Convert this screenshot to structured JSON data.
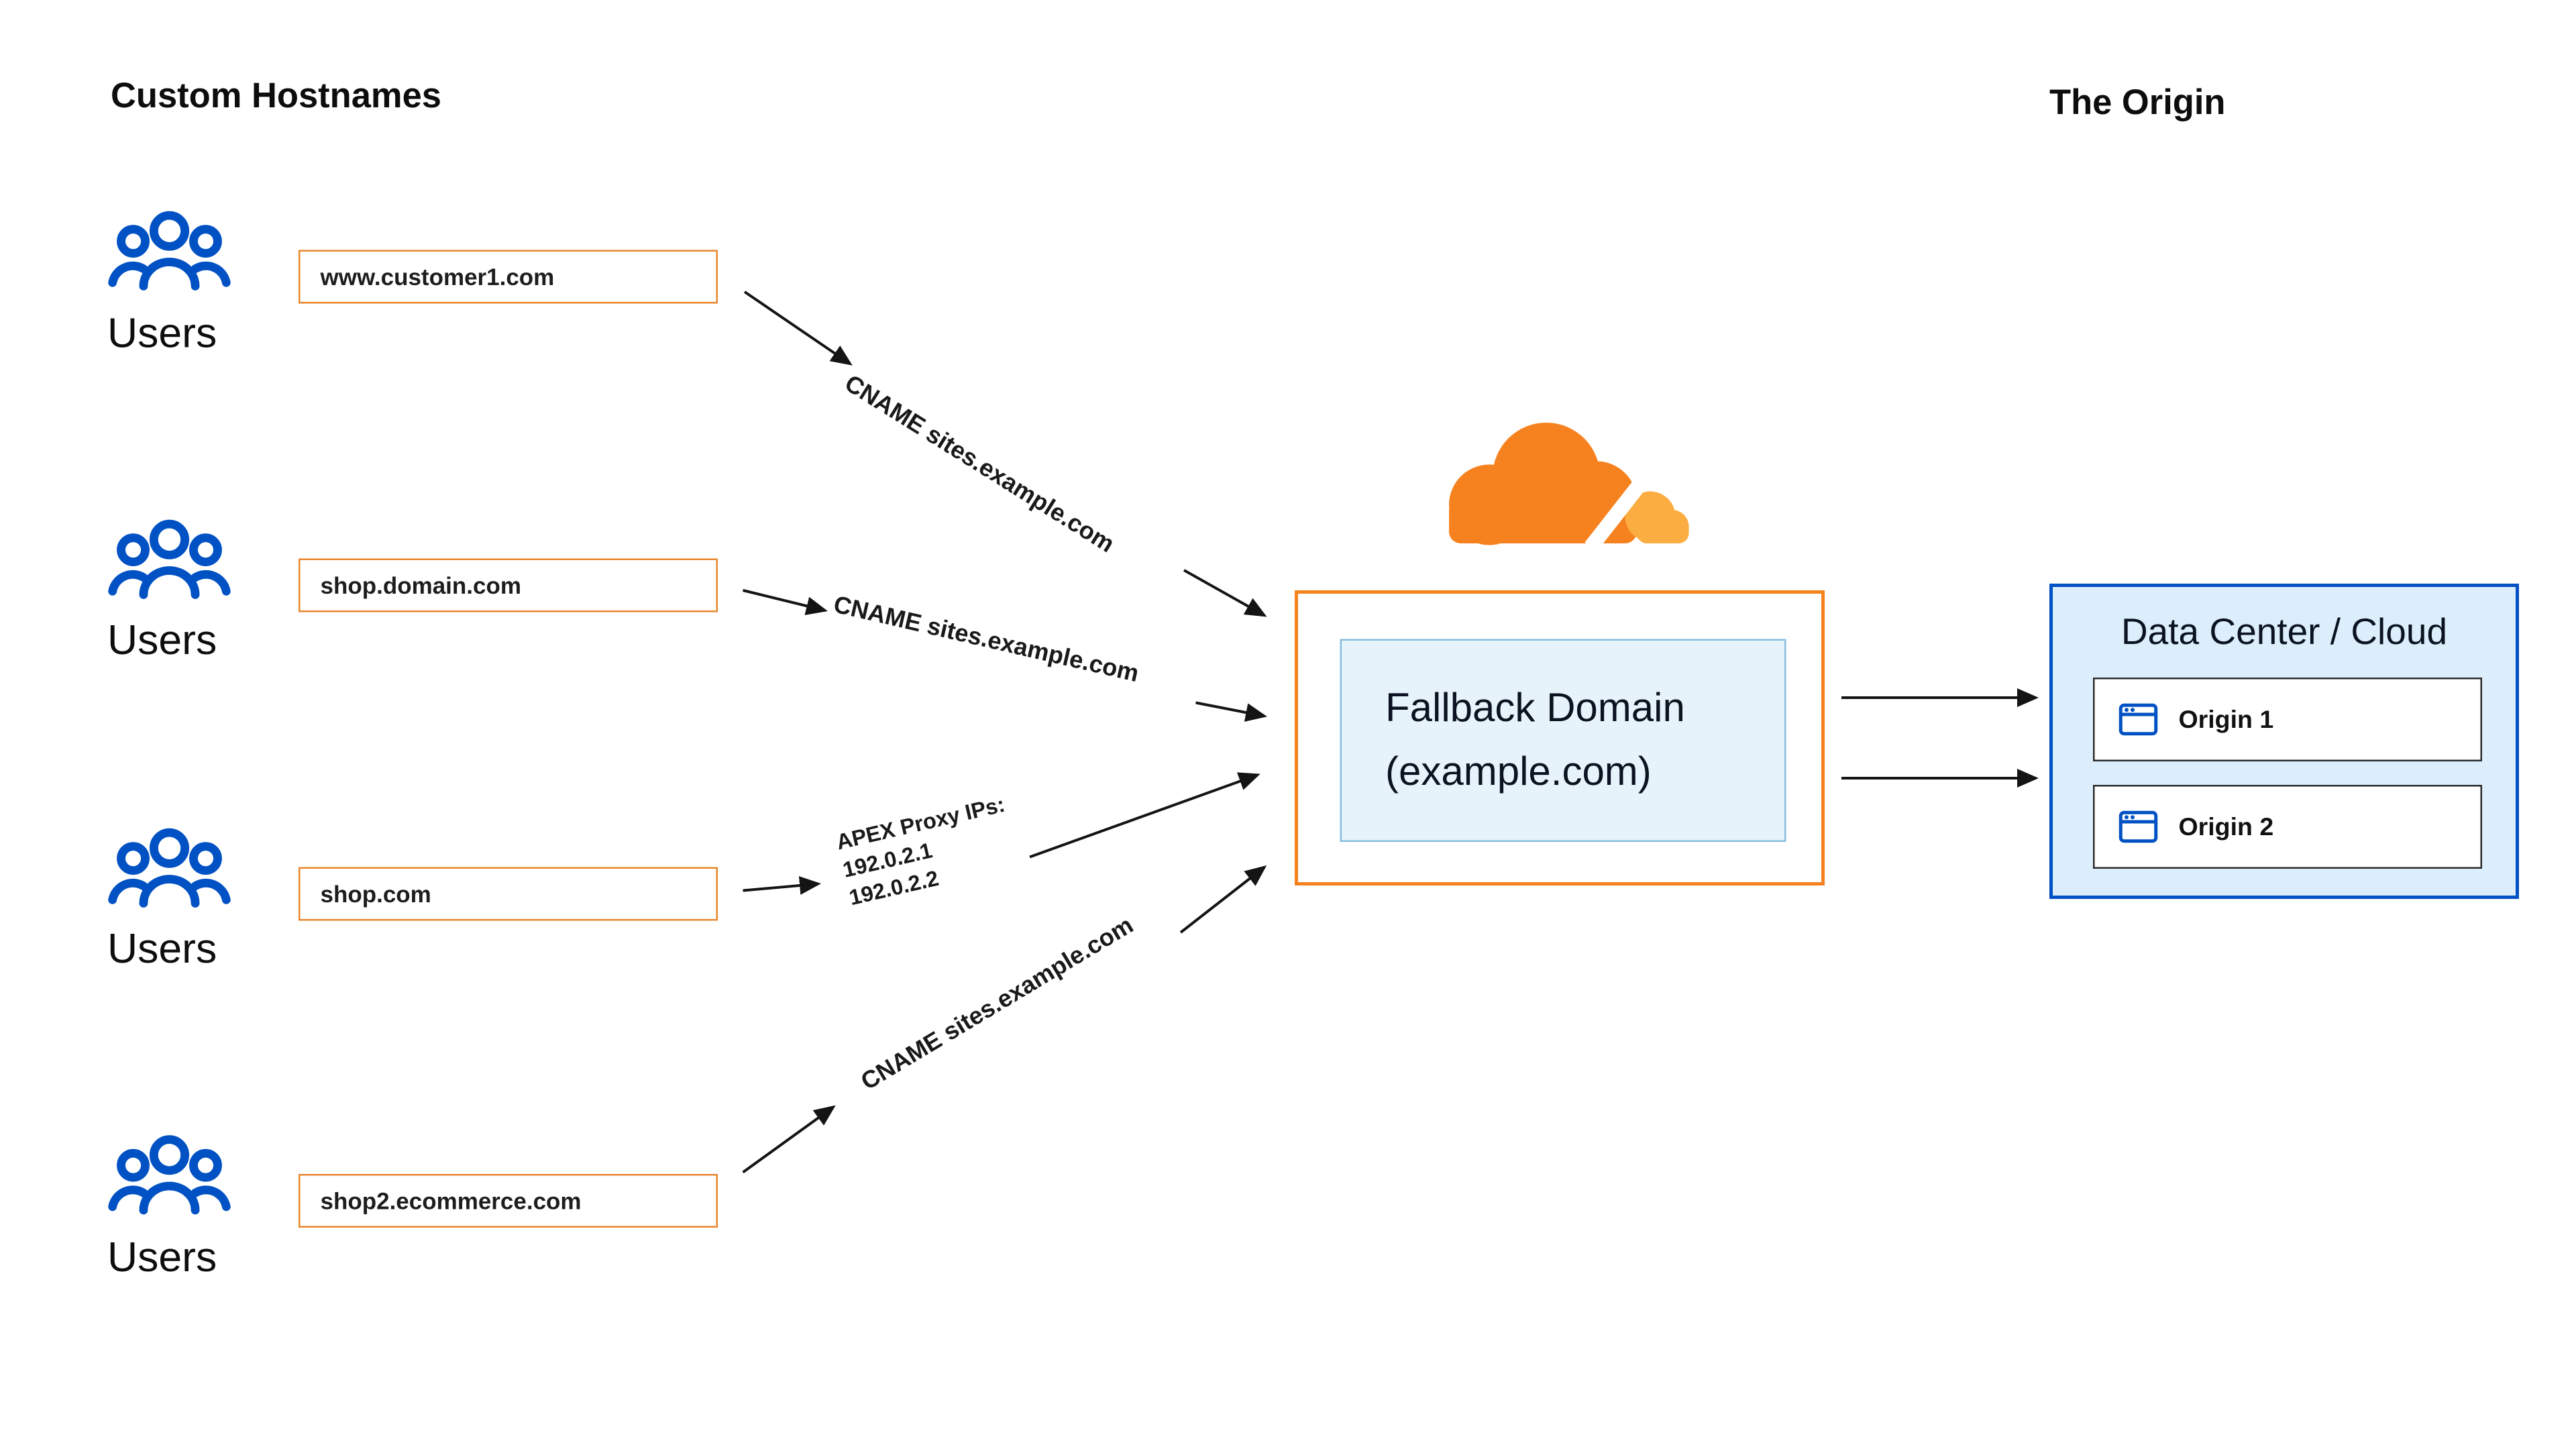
{
  "title_left": "Custom Hostnames",
  "title_right": "The Origin",
  "users_label": "Users",
  "hostnames": [
    "www.customer1.com",
    "shop.domain.com",
    "shop.com",
    "shop2.ecommerce.com"
  ],
  "connections": {
    "cname_top": "CNAME sites.example.com",
    "cname_middle": "CNAME sites.example.com",
    "apex_title": "APEX Proxy IPs:",
    "apex_ips": [
      "192.0.2.1",
      "192.0.2.2"
    ],
    "cname_bottom": "CNAME sites.example.com"
  },
  "fallback": {
    "line1": "Fallback Domain",
    "line2": "(example.com)"
  },
  "origin_box": {
    "title": "Data Center / Cloud",
    "origins": [
      "Origin 1",
      "Origin 2"
    ]
  },
  "colors": {
    "orange": "#F6821F",
    "orange_light": "#FBAD41",
    "blue": "#0051C3",
    "origin_fill": "#DCEDFB",
    "fallback_fill": "#E7F3FB",
    "arrow": "#141414"
  }
}
